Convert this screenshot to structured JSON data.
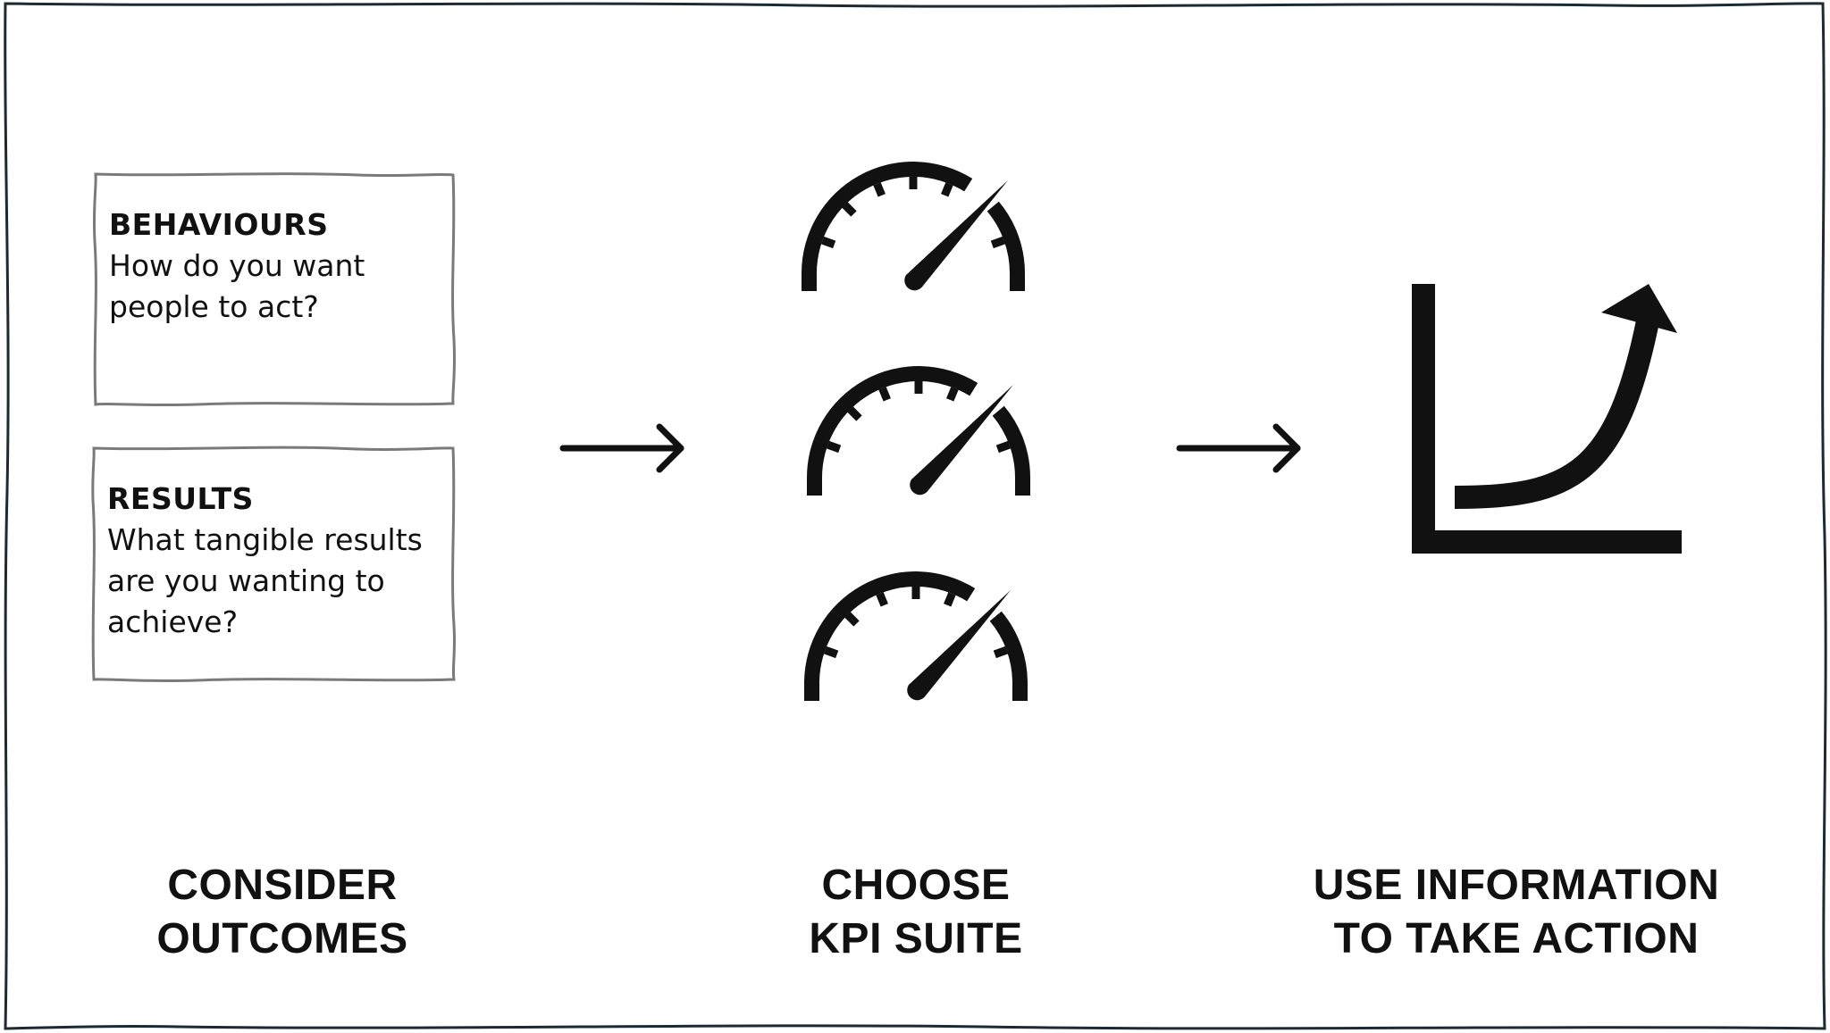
{
  "colors": {
    "ink": "#111111",
    "frame_stroke": "#1b2a33",
    "note_stroke": "#7a7a7a",
    "background": "#ffffff"
  },
  "notes": [
    {
      "heading": "BEHAVIOURS",
      "body": "How do you want\npeople to act?"
    },
    {
      "heading": "RESULTS",
      "body": "What tangible results\nare you wanting to\nachieve?"
    }
  ],
  "steps": [
    {
      "label": "CONSIDER\nOUTCOMES"
    },
    {
      "label": "CHOOSE\nKPI SUITE"
    },
    {
      "label": "USE INFORMATION\nTO TAKE ACTION"
    }
  ],
  "icons": {
    "flow_arrow": "right-arrow-icon",
    "gauge": "speedometer-icon",
    "growth_chart": "growth-chart-icon"
  }
}
